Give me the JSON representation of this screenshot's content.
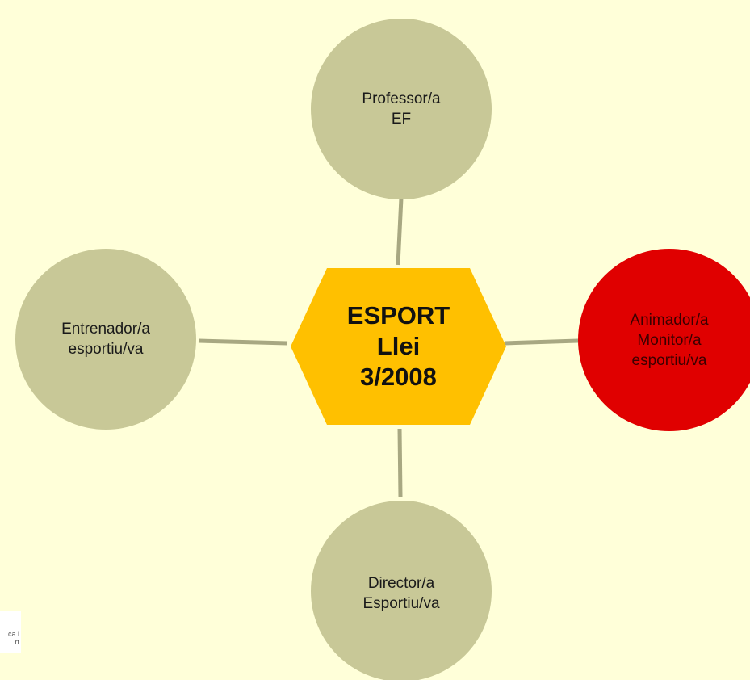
{
  "colors": {
    "background": "#FFFFD9",
    "connector": "#A8A882",
    "circle_fill": "#C8C897",
    "highlight_fill": "#E00000",
    "hexagon_fill": "#FFC000"
  },
  "center": {
    "lines": [
      "ESPORT",
      "Llei",
      "3/2008"
    ]
  },
  "nodes": {
    "top": {
      "lines": [
        "Professor/a",
        "EF"
      ]
    },
    "right": {
      "lines": [
        "Animador/a",
        "Monitor/a",
        "esportiu/va"
      ]
    },
    "bottom": {
      "lines": [
        "Director/a",
        "Esportiu/va"
      ]
    },
    "left": {
      "lines": [
        "Entrenador/a",
        "esportiu/va"
      ]
    }
  }
}
